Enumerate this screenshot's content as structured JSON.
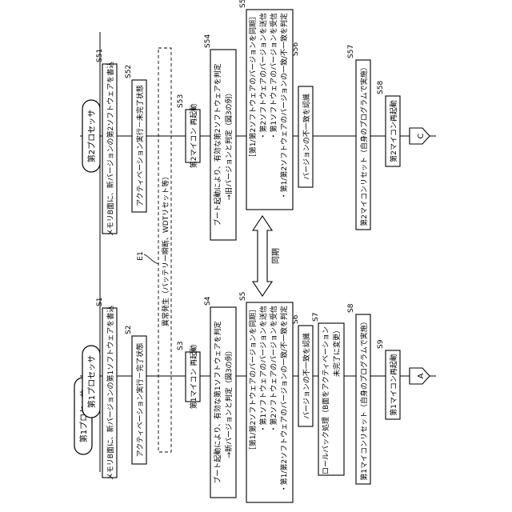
{
  "left": {
    "header": "第1プロセッサ",
    "terminal": "A",
    "boxes": {
      "s1": "メモリB面に、新バージョンの第1ソフトウェアを書込",
      "s2": "アクティベーション実行－完了状態",
      "s3": "第1マイコン 再起動",
      "s4": [
        "ブート起動により、有効な第1ソフトウェアを判定",
        "→新バージョンと判定（図3の例）"
      ],
      "s5": [
        "［第1/第2ソフトウェアのバージョンを同期］",
        "・第1ソフトウェアのバージョンを送信",
        "・第2ソフトウェアのバージョンを受信",
        "・第1/第2ソフトウェアのバージョンの一致/不一致を判定"
      ],
      "s6": "バージョンの不一致を認識",
      "s7": [
        "ロールバック処理（B面をアクティベーション",
        "未完了に変更）"
      ],
      "s8": "第1マイコンリセット（自身のプログラムで実施）",
      "s9": "第1マイコン再起動"
    },
    "labels": {
      "s1": "S1",
      "s2": "S2",
      "s3": "S3",
      "s4": "S4",
      "s5": "S5",
      "s6": "S6",
      "s7": "S7",
      "s8": "S8",
      "s9": "S9"
    }
  },
  "right": {
    "header": "第2プロセッサ",
    "terminal": "C",
    "boxes": {
      "s51": "メモリB面に、新バージョンの第2ソフトウェアを書込",
      "s52": "アクティベーション実行－未完了状態",
      "s53": "第2マイコン 再起動",
      "s54": [
        "ブート起動により、有効な第2ソフトウェアを判定",
        "→旧バージョンと判定（図3の例）"
      ],
      "s55": [
        "［第1/第2ソフトウェアのバージョンを同期］",
        "・第2ソフトウェアのバージョンを送信",
        "・第1ソフトウェアのバージョンを受信",
        "・第1/第2ソフトウェアのバージョンの一致/不一致を判定"
      ],
      "s56": "バージョンの不一致を認識",
      "s57": "第2マイコンリセット（自身のプログラムで実施）",
      "s58": "第2マイコン再起動"
    },
    "labels": {
      "s51": "S51",
      "s52": "S52",
      "s53": "S53",
      "s54": "S54",
      "s55": "S55",
      "s56": "S56",
      "s57": "S57",
      "s58": "S58"
    }
  },
  "event": {
    "label": "E1",
    "text": "異常発生（バッテリー瞬断、WDTリセット等）"
  },
  "sync_label": "同期"
}
